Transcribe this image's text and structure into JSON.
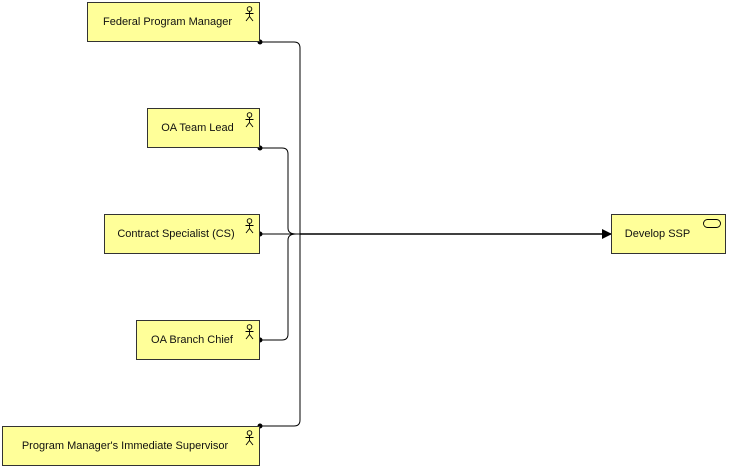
{
  "diagram": {
    "actors": [
      {
        "id": "fpm",
        "label": "Federal Program Manager",
        "icon": "actor-icon"
      },
      {
        "id": "oatl",
        "label": "OA Team Lead",
        "icon": "actor-icon"
      },
      {
        "id": "cs",
        "label": "Contract Specialist (CS)",
        "icon": "actor-icon"
      },
      {
        "id": "oabc",
        "label": "OA Branch Chief",
        "icon": "actor-icon"
      },
      {
        "id": "pmis",
        "label": "Program Manager's Immediate Supervisor",
        "icon": "actor-icon"
      }
    ],
    "target": {
      "id": "ssp",
      "label": "Develop SSP",
      "icon": "service-icon"
    },
    "colors": {
      "node_fill": "#ffff99",
      "node_border": "#333333",
      "line": "#000000"
    }
  }
}
